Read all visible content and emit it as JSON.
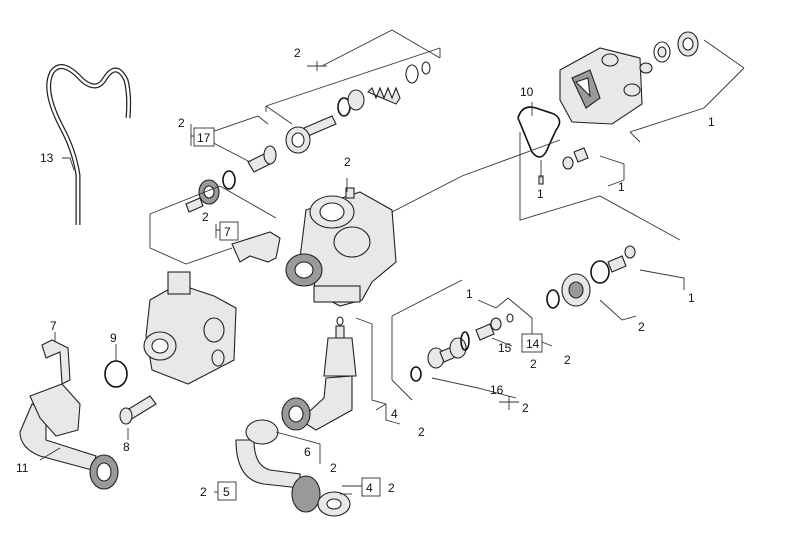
{
  "labels": {
    "c1": "2",
    "c2": "2",
    "c3": "17",
    "c4": "13",
    "c5": "2",
    "c6": "2",
    "c7": "7",
    "c8": "10",
    "c9": "1",
    "c10": "1",
    "c11": "1",
    "c12": "1",
    "c13": "2",
    "c14": "7",
    "c15": "9",
    "c16": "8",
    "c17": "11",
    "c18": "1",
    "c19": "14",
    "c20": "2",
    "c21": "15",
    "c22": "2",
    "c23": "16",
    "c24": "2",
    "c25": "4",
    "c26": "2",
    "c27": "6",
    "c28": "2",
    "c29": "2",
    "c30": "5",
    "c31": "4",
    "c32": "2"
  },
  "colors": {
    "line": "#333333",
    "part_fill": "#e8e8e8",
    "part_dark": "#9a9a9a"
  }
}
